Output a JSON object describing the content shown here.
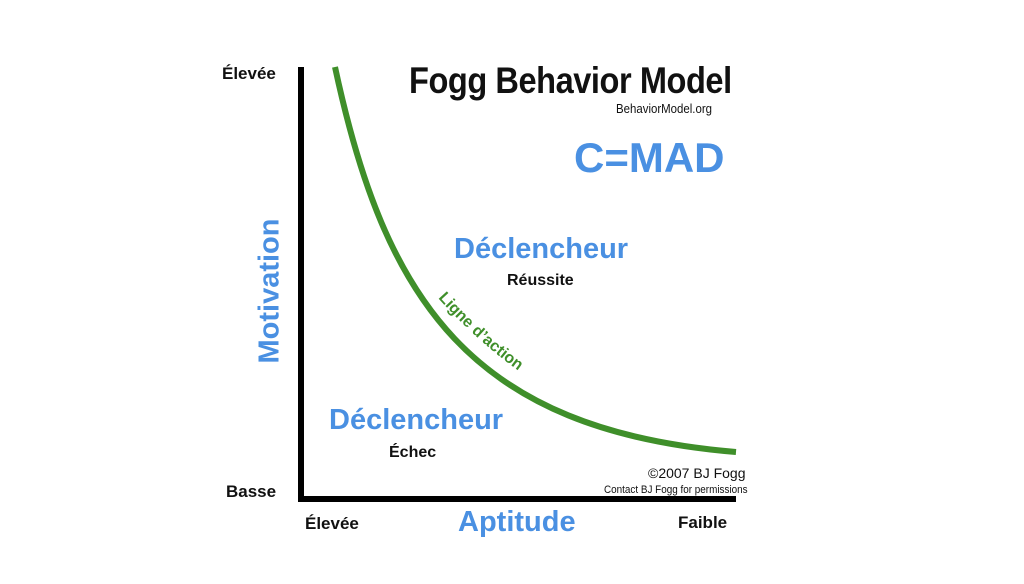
{
  "title": "Fogg Behavior Model",
  "website": "BehaviorModel.org",
  "formula": "C=MAD",
  "y_axis": {
    "label": "Motivation",
    "high": "Élevée",
    "low": "Basse"
  },
  "x_axis": {
    "label": "Aptitude",
    "left": "Élevée",
    "right": "Faible"
  },
  "curve_label": "Ligne d’action",
  "regions": {
    "success": {
      "trigger": "Déclencheur",
      "outcome": "Réussite"
    },
    "failure": {
      "trigger": "Déclencheur",
      "outcome": "Échec"
    }
  },
  "credits": {
    "copyright": "©2007 BJ Fogg",
    "permissions": "Contact BJ Fogg for permissions"
  },
  "colors": {
    "curve": "#3f8f2a",
    "accent": "#4a90e2",
    "axis": "#000000"
  }
}
